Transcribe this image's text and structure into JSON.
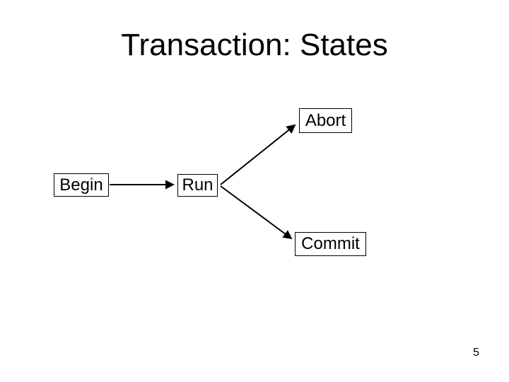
{
  "slide": {
    "title": "Transaction: States",
    "page_number": "5",
    "colors": {
      "background": "#ffffff",
      "foreground": "#000000"
    },
    "diagram": {
      "nodes": [
        {
          "id": "begin",
          "label": "Begin"
        },
        {
          "id": "run",
          "label": "Run"
        },
        {
          "id": "abort",
          "label": "Abort"
        },
        {
          "id": "commit",
          "label": "Commit"
        }
      ],
      "edges": [
        {
          "from": "begin",
          "to": "run"
        },
        {
          "from": "run",
          "to": "abort"
        },
        {
          "from": "run",
          "to": "commit"
        }
      ]
    }
  }
}
